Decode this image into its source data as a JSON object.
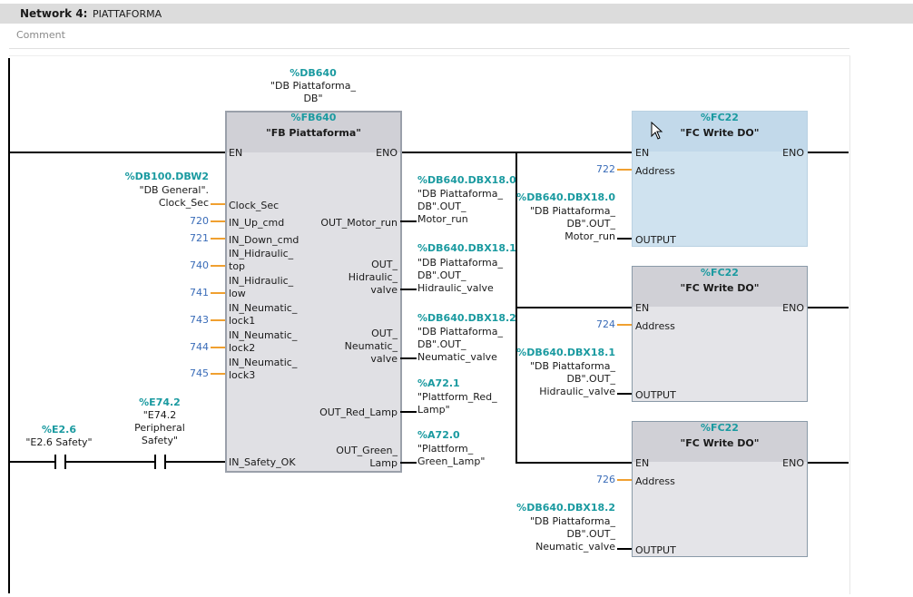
{
  "network": {
    "label": "Network 4:",
    "name": "PIATTAFORMA",
    "comment_placeholder": "Comment"
  },
  "fb": {
    "instance_addr": "%DB640",
    "instance_name": [
      "\"DB Piattaforma_",
      "DB\""
    ],
    "type_addr": "%FB640",
    "type_name": "\"FB Piattaforma\"",
    "en": "EN",
    "eno": "ENO",
    "inputs": [
      {
        "label": [
          "Clock_Sec"
        ],
        "value_addr": "%DB100.DBW2",
        "value_name": [
          "\"DB General\".",
          "Clock_Sec"
        ]
      },
      {
        "label": [
          "IN_Up_cmd"
        ],
        "value": "720"
      },
      {
        "label": [
          "IN_Down_cmd"
        ],
        "value": "721"
      },
      {
        "label": [
          "IN_Hidraulic_",
          "top"
        ],
        "value": "740"
      },
      {
        "label": [
          "IN_Hidraulic_",
          "low"
        ],
        "value": "741"
      },
      {
        "label": [
          "IN_Neumatic_",
          "lock1"
        ],
        "value": "743"
      },
      {
        "label": [
          "IN_Neumatic_",
          "lock2"
        ],
        "value": "744"
      },
      {
        "label": [
          "IN_Neumatic_",
          "lock3"
        ],
        "value": "745"
      },
      {
        "label": [
          "IN_Safety_OK"
        ]
      }
    ],
    "outputs": [
      {
        "label": [
          "OUT_Motor_run"
        ],
        "addr": "%DB640.DBX18.0",
        "name": [
          "\"DB Piattaforma_",
          "DB\".OUT_",
          "Motor_run"
        ]
      },
      {
        "label": [
          "OUT_",
          "Hidraulic_",
          "valve"
        ],
        "addr": "%DB640.DBX18.1",
        "name": [
          "\"DB Piattaforma_",
          "DB\".OUT_",
          "Hidraulic_valve"
        ]
      },
      {
        "label": [
          "OUT_",
          "Neumatic_",
          "valve"
        ],
        "addr": "%DB640.DBX18.2",
        "name": [
          "\"DB Piattaforma_",
          "DB\".OUT_",
          "Neumatic_valve"
        ]
      },
      {
        "label": [
          "OUT_Red_Lamp"
        ],
        "addr": "%A72.1",
        "name": [
          "\"Plattform_Red_",
          "Lamp\""
        ]
      },
      {
        "label": [
          "OUT_Green_",
          "Lamp"
        ],
        "addr": "%A72.0",
        "name": [
          "\"Plattform_",
          "Green_Lamp\""
        ]
      }
    ]
  },
  "contacts": [
    {
      "addr": "%E2.6",
      "name": [
        "\"E2.6 Safety\""
      ]
    },
    {
      "addr": "%E74.2",
      "name": [
        "\"E74.2",
        "Peripheral",
        "Safety\""
      ]
    }
  ],
  "fcs": [
    {
      "addr": "%FC22",
      "name": "\"FC Write DO\"",
      "en": "EN",
      "eno": "ENO",
      "address_label": "Address",
      "address_value": "722",
      "output_label": "OUTPUT",
      "out_addr": "%DB640.DBX18.0",
      "out_name": [
        "\"DB Piattaforma_",
        "DB\".OUT_",
        "Motor_run"
      ]
    },
    {
      "addr": "%FC22",
      "name": "\"FC Write DO\"",
      "en": "EN",
      "eno": "ENO",
      "address_label": "Address",
      "address_value": "724",
      "output_label": "OUTPUT",
      "out_addr": "%DB640.DBX18.1",
      "out_name": [
        "\"DB Piattaforma_",
        "DB\".OUT_",
        "Hidraulic_valve"
      ]
    },
    {
      "addr": "%FC22",
      "name": "\"FC Write DO\"",
      "en": "EN",
      "eno": "ENO",
      "address_label": "Address",
      "address_value": "726",
      "output_label": "OUTPUT",
      "out_addr": "%DB640.DBX18.2",
      "out_name": [
        "\"DB Piattaforma_",
        "DB\".OUT_",
        "Neumatic_valve"
      ]
    }
  ],
  "colors": {
    "address": "#1a9aa0",
    "constant": "#3a6cb8",
    "pin": "#f0a030",
    "selected_block": "#cfe2ef"
  }
}
